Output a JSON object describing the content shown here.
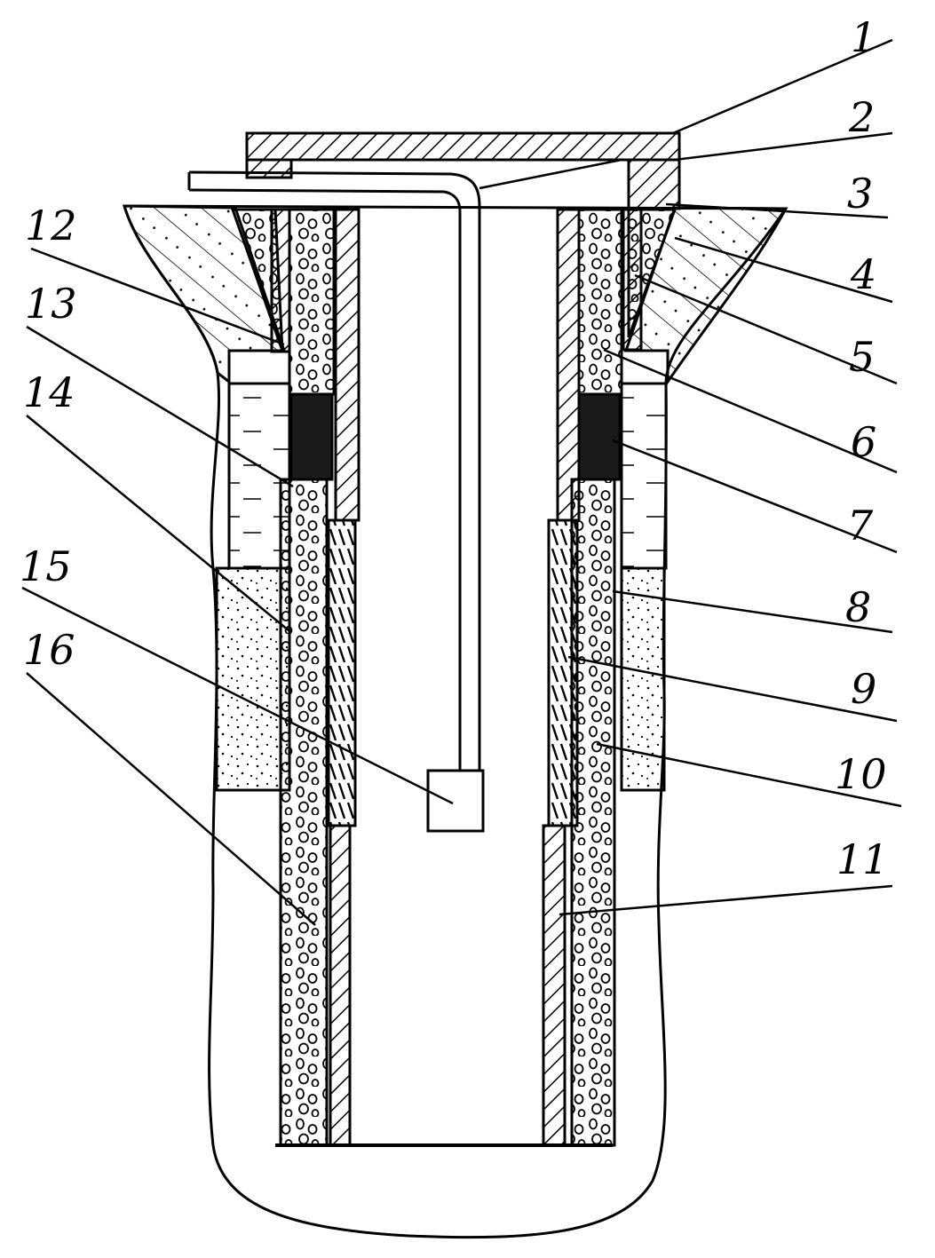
{
  "diagram": {
    "labels": [
      {
        "id": "1",
        "text": "1"
      },
      {
        "id": "2",
        "text": "2"
      },
      {
        "id": "3",
        "text": "3"
      },
      {
        "id": "4",
        "text": "4"
      },
      {
        "id": "5",
        "text": "5"
      },
      {
        "id": "6",
        "text": "6"
      },
      {
        "id": "7",
        "text": "7"
      },
      {
        "id": "8",
        "text": "8"
      },
      {
        "id": "9",
        "text": "9"
      },
      {
        "id": "10",
        "text": "10"
      },
      {
        "id": "11",
        "text": "11"
      },
      {
        "id": "12",
        "text": "12"
      },
      {
        "id": "13",
        "text": "13"
      },
      {
        "id": "14",
        "text": "14"
      },
      {
        "id": "15",
        "text": "15"
      },
      {
        "id": "16",
        "text": "16"
      }
    ],
    "colors": {
      "ink": "#000000",
      "paper": "#ffffff",
      "seal": "#1a1a1a"
    }
  }
}
